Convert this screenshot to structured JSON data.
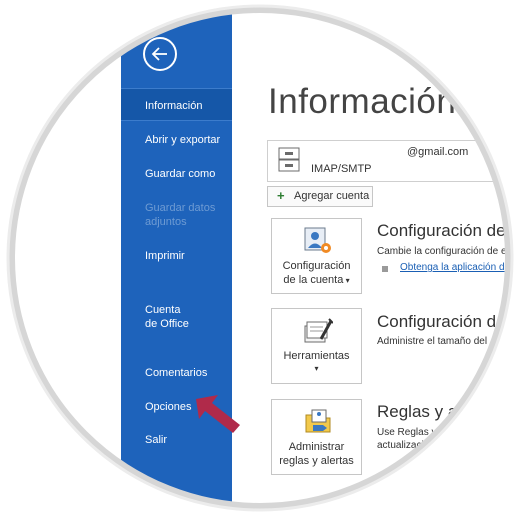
{
  "sidebar": {
    "items": [
      {
        "label": "Información",
        "state": "active"
      },
      {
        "label": "Abrir y exportar",
        "state": "normal"
      },
      {
        "label": "Guardar como",
        "state": "normal"
      },
      {
        "label": "Guardar datos adjuntos",
        "state": "disabled"
      },
      {
        "label": "Imprimir",
        "state": "normal"
      },
      {
        "label": "Cuenta de Office",
        "state": "normal"
      },
      {
        "label": "Comentarios",
        "state": "normal"
      },
      {
        "label": "Opciones",
        "state": "normal"
      },
      {
        "label": "Salir",
        "state": "normal"
      }
    ],
    "back_icon": "back-arrow-icon"
  },
  "main": {
    "title": "Información d",
    "account": {
      "email": "@gmail.com",
      "type": "IMAP/SMTP"
    },
    "add_account_label": "Agregar cuenta",
    "sections": [
      {
        "tile_label_1": "Configuración",
        "tile_label_2": "de la cuenta",
        "title": "Configuración de l",
        "desc": "Cambie la configuración de e",
        "link": "Obtenga la aplicación d"
      },
      {
        "tile_label_1": "Herramientas",
        "title": "Configuración del",
        "desc": "Administre el tamaño del"
      },
      {
        "tile_label_1": "Administrar",
        "tile_label_2": "reglas y alertas",
        "title": "Reglas y ale",
        "desc_1": "Use Reglas y a",
        "desc_2": "actualizacio"
      }
    ]
  },
  "colors": {
    "sidebar": "#1e63bb",
    "pointer": "#b02a4a",
    "link": "#1a5fb4"
  }
}
